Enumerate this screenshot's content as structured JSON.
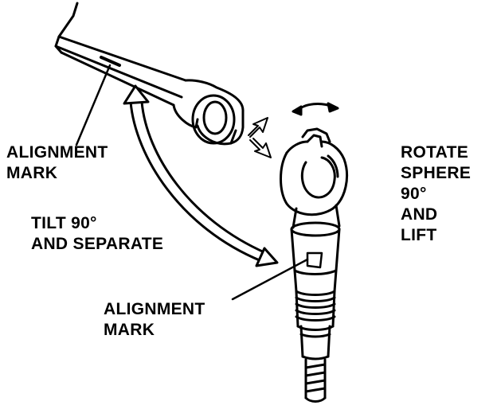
{
  "labels": {
    "alignment_mark_upper": [
      "ALIGNMENT",
      "MARK"
    ],
    "tilt_and_separate": [
      "TILT 90°",
      "AND SEPARATE"
    ],
    "alignment_mark_lower": [
      "ALIGNMENT",
      "MARK"
    ],
    "rotate_sphere_and_lift": [
      "ROTATE",
      "SPHERE",
      "90°",
      "AND",
      "LIFT"
    ]
  },
  "colors": {
    "ink": "#000000",
    "paper": "#ffffff"
  }
}
